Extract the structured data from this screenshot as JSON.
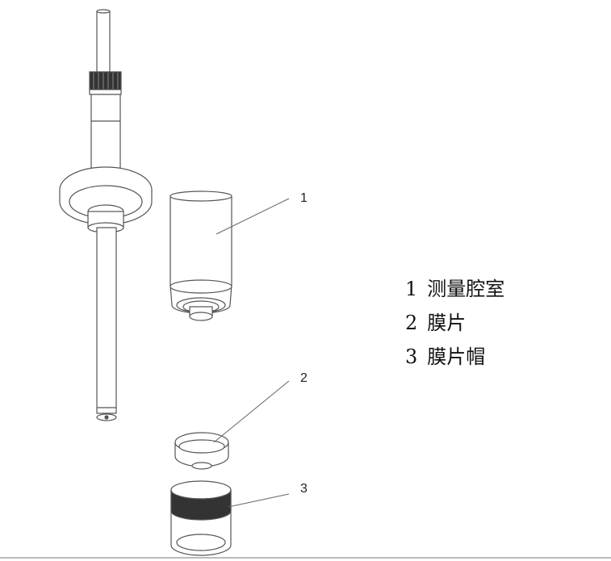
{
  "callouts": [
    "1",
    "2",
    "3"
  ],
  "legend": [
    {
      "num": "1",
      "label": "测量腔室"
    },
    {
      "num": "2",
      "label": "膜片"
    },
    {
      "num": "3",
      "label": "膜片帽"
    }
  ]
}
